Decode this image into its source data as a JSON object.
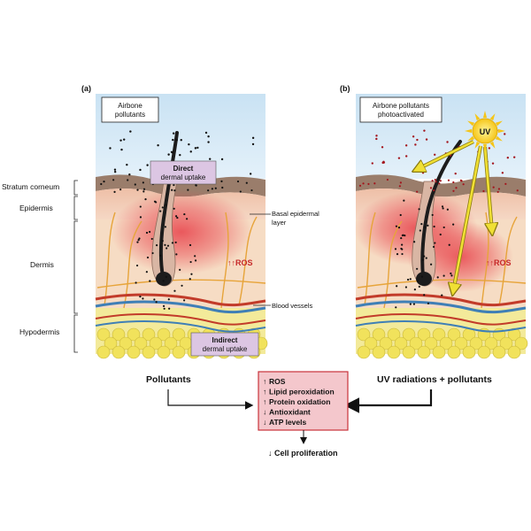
{
  "panels": {
    "a": {
      "letter": "(a)",
      "source_box": [
        "Airbone",
        "pollutants"
      ],
      "direct_box": [
        "Direct",
        "dermal uptake"
      ],
      "indirect_box": [
        "Indirect",
        "dermal uptake"
      ],
      "ros": "ROS",
      "ros_arrows": "↑↑"
    },
    "b": {
      "letter": "(b)",
      "source_box": [
        "Airbone pollutants",
        "photoactivated"
      ],
      "uv": "UV",
      "ros": "ROS",
      "ros_arrows": "↑↑"
    }
  },
  "layers": {
    "stratum": "Stratum corneum",
    "epidermis": "Epidermis",
    "dermis": "Dermis",
    "hypodermis": "Hypodermis"
  },
  "callouts": {
    "basal": [
      "Basal epidermal",
      "layer"
    ],
    "blood": "Blood vessels"
  },
  "flow": {
    "left": "Pollutants",
    "right": "UV radiations + pollutants",
    "effects": [
      "ROS",
      "Lipid peroxidation",
      "Protein oxidation",
      "Antioxidant",
      "ATP levels"
    ],
    "effect_arrows": [
      "↑",
      "↑",
      "↑",
      "↓",
      "↓"
    ],
    "outcome": "Cell proliferation",
    "outcome_arrow": "↓"
  },
  "colors": {
    "sky": "#cfe6f5",
    "epidermis": "#f1c9b3",
    "dermis": "#f6dcc4",
    "stratum": "#9a7d6b",
    "inflammation": "#e8414a",
    "hair": "#1c1c1c",
    "nerve": "#e7a43a",
    "vessel_red": "#c23b2a",
    "vessel_blue": "#3f7fb6",
    "fat": "#f1e25c",
    "label_box": "#dcc6e3",
    "effects_box": "#f4c7cc",
    "effects_border": "#c9333b",
    "uv_sun": "#f7d21c",
    "uv_ray": "#f0e034",
    "pollutant_dot_a": "#111111",
    "pollutant_dot_b": "#a3141c"
  }
}
